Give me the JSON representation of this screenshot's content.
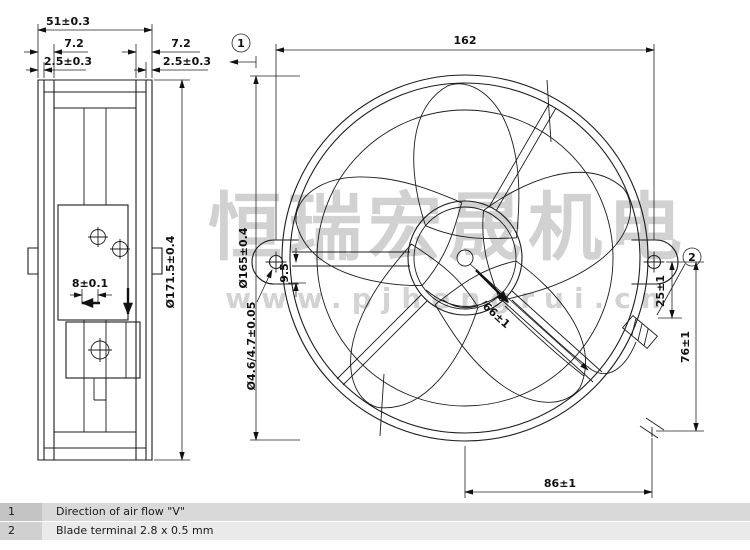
{
  "watermark": {
    "company_cn": "恒瑞宏晟机电",
    "website": "www.pjhengrui.cn"
  },
  "side_view": {
    "dim_depth": "51±0.3",
    "dim_flange_left": "7.2",
    "dim_flange_right": "7.2",
    "dim_lip_left": "2.5±0.3",
    "dim_lip_right": "2.5±0.3",
    "dim_outer_diameter": "Ø171.5±0.4",
    "dim_cable_offset": "8±0.1"
  },
  "front_view": {
    "dim_hole_spacing": "162",
    "dim_diameter": "Ø165±0.4",
    "dim_tab_offset": "9.5",
    "dim_hole_diameter": "Ø4.6/4.7±0.05",
    "dim_terminal_radius": "66±1",
    "dim_terminal_offset": "25±1",
    "dim_cable_exit_vertical": "76±1",
    "dim_cable_exit_horizontal": "86±1",
    "marker_airflow": "1",
    "marker_terminal": "2"
  },
  "legend": {
    "rows": [
      {
        "num": "1",
        "desc": "Direction of air flow \"V\""
      },
      {
        "num": "2",
        "desc": "Blade terminal 2.8 x 0.5 mm"
      }
    ]
  }
}
